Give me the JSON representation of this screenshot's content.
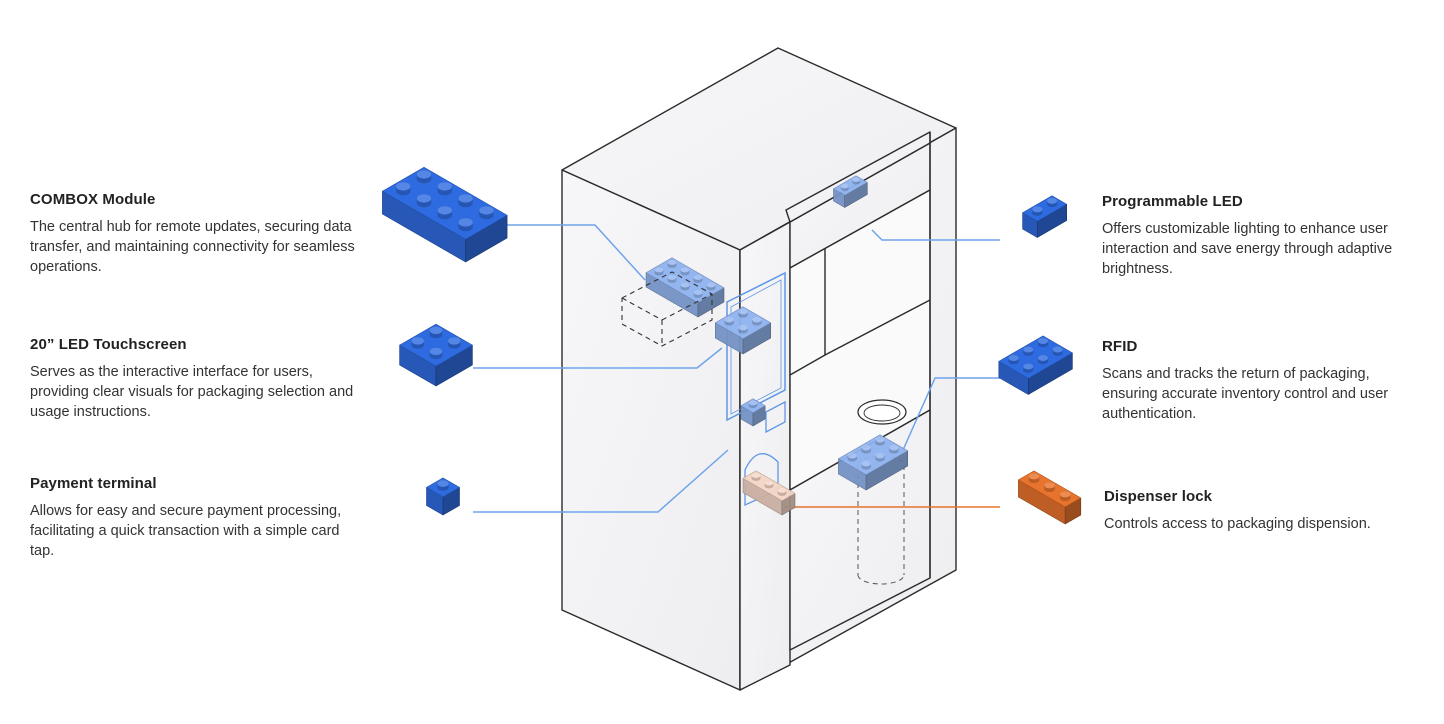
{
  "colors": {
    "brick_blue": "#2f6be0",
    "brick_light_blue": "#8fb3f0",
    "brick_orange": "#e8732c",
    "brick_peach": "#f6d6c6",
    "leader_blue": "#6fa3ea",
    "leader_orange": "#e8732c",
    "kiosk_fill": "#f4f4f6",
    "kiosk_stroke": "#2b2b2b"
  },
  "components": {
    "combox": {
      "title": "COMBOX Module",
      "description": "The central hub for remote updates, securing data transfer, and maintaining connectivity for seamless operations."
    },
    "touchscreen": {
      "title": "20” LED Touchscreen",
      "description": "Serves as the interactive interface for users, providing clear visuals for packaging selection and usage instructions."
    },
    "payment": {
      "title": "Payment terminal",
      "description": "Allows for easy and secure payment processing, facilitating a quick transaction with a simple card tap."
    },
    "led": {
      "title": "Programmable LED",
      "description": "Offers customizable lighting to enhance user interaction and save energy through adaptive brightness."
    },
    "rfid": {
      "title": "RFID",
      "description": "Scans and tracks the return of packaging, ensuring accurate inventory control and user authentication."
    },
    "lock": {
      "title": "Dispenser lock",
      "description": "Controls access to packaging dispension."
    }
  }
}
